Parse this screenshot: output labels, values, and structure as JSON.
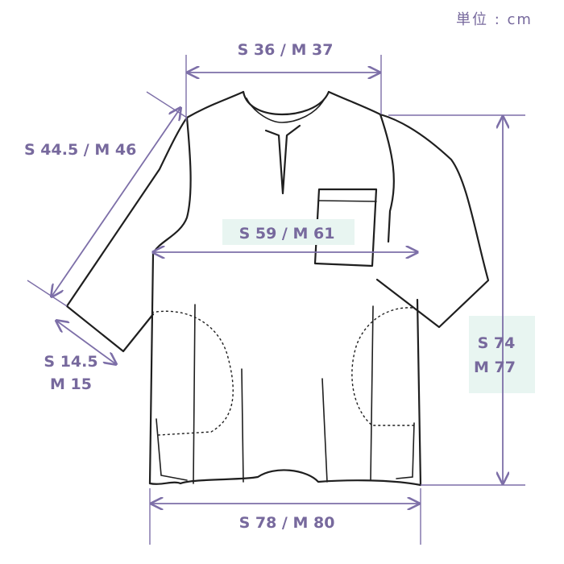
{
  "unit_label": "単位 : cm",
  "measurements": {
    "shoulder": "S 36 / M 37",
    "sleeve": "S 44.5 / M 46",
    "chest": "S 59 / M 61",
    "cuff_s": "S 14.5",
    "cuff_m": "M 15",
    "length_s": "S 74",
    "length_m": "M 77",
    "hem": "S 78 / M 80"
  },
  "colors": {
    "dimension": "#7d6fa8",
    "highlight": "#e8f5f1",
    "outline": "#1f1f1f"
  }
}
